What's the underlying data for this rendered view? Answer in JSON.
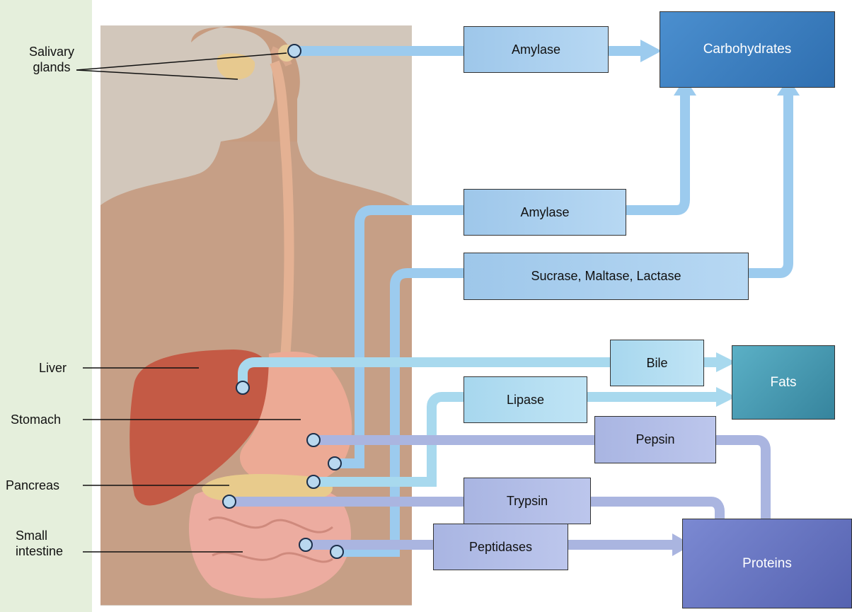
{
  "labels": {
    "salivary": [
      "Salivary",
      "glands"
    ],
    "liver": "Liver",
    "stomach": "Stomach",
    "pancreas": "Pancreas",
    "small_intestine": [
      "Small",
      "intestine"
    ]
  },
  "enzymes": {
    "amylase_saliva": "Amylase",
    "amylase_pancreas": "Amylase",
    "sucrase": "Sucrase, Maltase, Lactase",
    "bile": "Bile",
    "lipase": "Lipase",
    "pepsin": "Pepsin",
    "trypsin": "Trypsin",
    "peptidases": "Peptidases"
  },
  "targets": {
    "carbohydrates": "Carbohydrates",
    "fats": "Fats",
    "proteins": "Proteins"
  },
  "colors": {
    "carb_flow": "#9ccbee",
    "fat_flow": "#a8d9ee",
    "protein_flow": "#aab5e0",
    "carbohydrates": "#3f82c3",
    "fats": "#4a9cb4",
    "proteins": "#6b78c4",
    "background": "#e5efdc"
  }
}
